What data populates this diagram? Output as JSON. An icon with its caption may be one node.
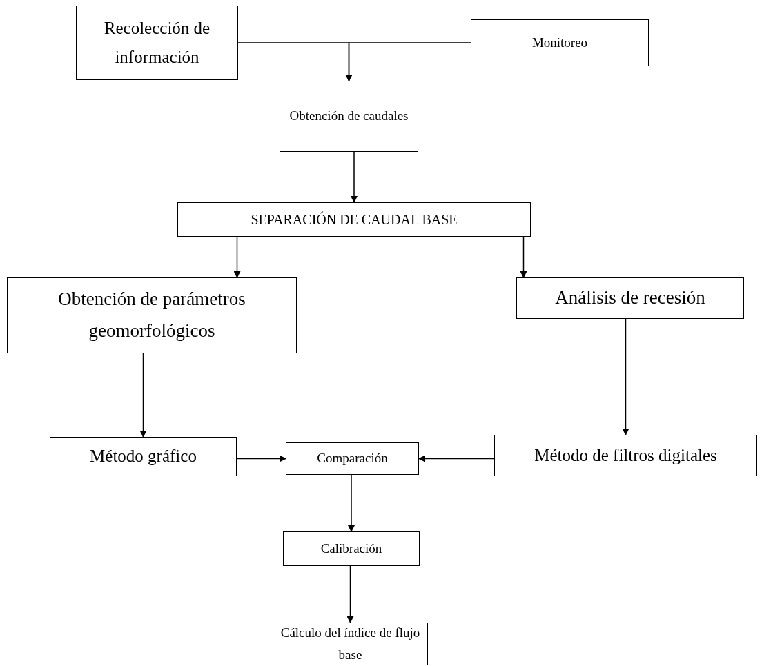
{
  "diagram": {
    "nodes": [
      {
        "text": [
          "Recolección de información"
        ]
      },
      {
        "text": [
          "Monitoreo"
        ]
      },
      {
        "text": [
          "Obtención de caudales"
        ]
      },
      {
        "text": [
          "SEPARACIÓN DE CAUDAL BASE"
        ]
      },
      {
        "text": [
          "Obtención de parámetros geomorfológicos"
        ]
      },
      {
        "text": [
          "Análisis de recesión"
        ]
      },
      {
        "text": [
          "Método gráfico"
        ]
      },
      {
        "text": [
          "Comparación"
        ]
      },
      {
        "text": [
          "Método de filtros digitales"
        ]
      },
      {
        "text": [
          "Calibración"
        ]
      },
      {
        "text": [
          "Cálculo del índice de flujo base"
        ]
      }
    ],
    "edges": [
      {
        "from": 0,
        "to": 2,
        "arrow": "to"
      },
      {
        "from": 1,
        "to": 2,
        "arrow": "to"
      },
      {
        "from": 2,
        "to": 3,
        "arrow": "to"
      },
      {
        "from": 3,
        "to": 4,
        "arrow": "to"
      },
      {
        "from": 3,
        "to": 5,
        "arrow": "to"
      },
      {
        "from": 4,
        "to": 6,
        "arrow": "to"
      },
      {
        "from": 5,
        "to": 8,
        "arrow": "to"
      },
      {
        "from": 6,
        "to": 7,
        "arrow": "to"
      },
      {
        "from": 8,
        "to": 7,
        "arrow": "to"
      },
      {
        "from": 7,
        "to": 9,
        "arrow": "to"
      },
      {
        "from": 9,
        "to": 10,
        "arrow": "to"
      }
    ]
  }
}
